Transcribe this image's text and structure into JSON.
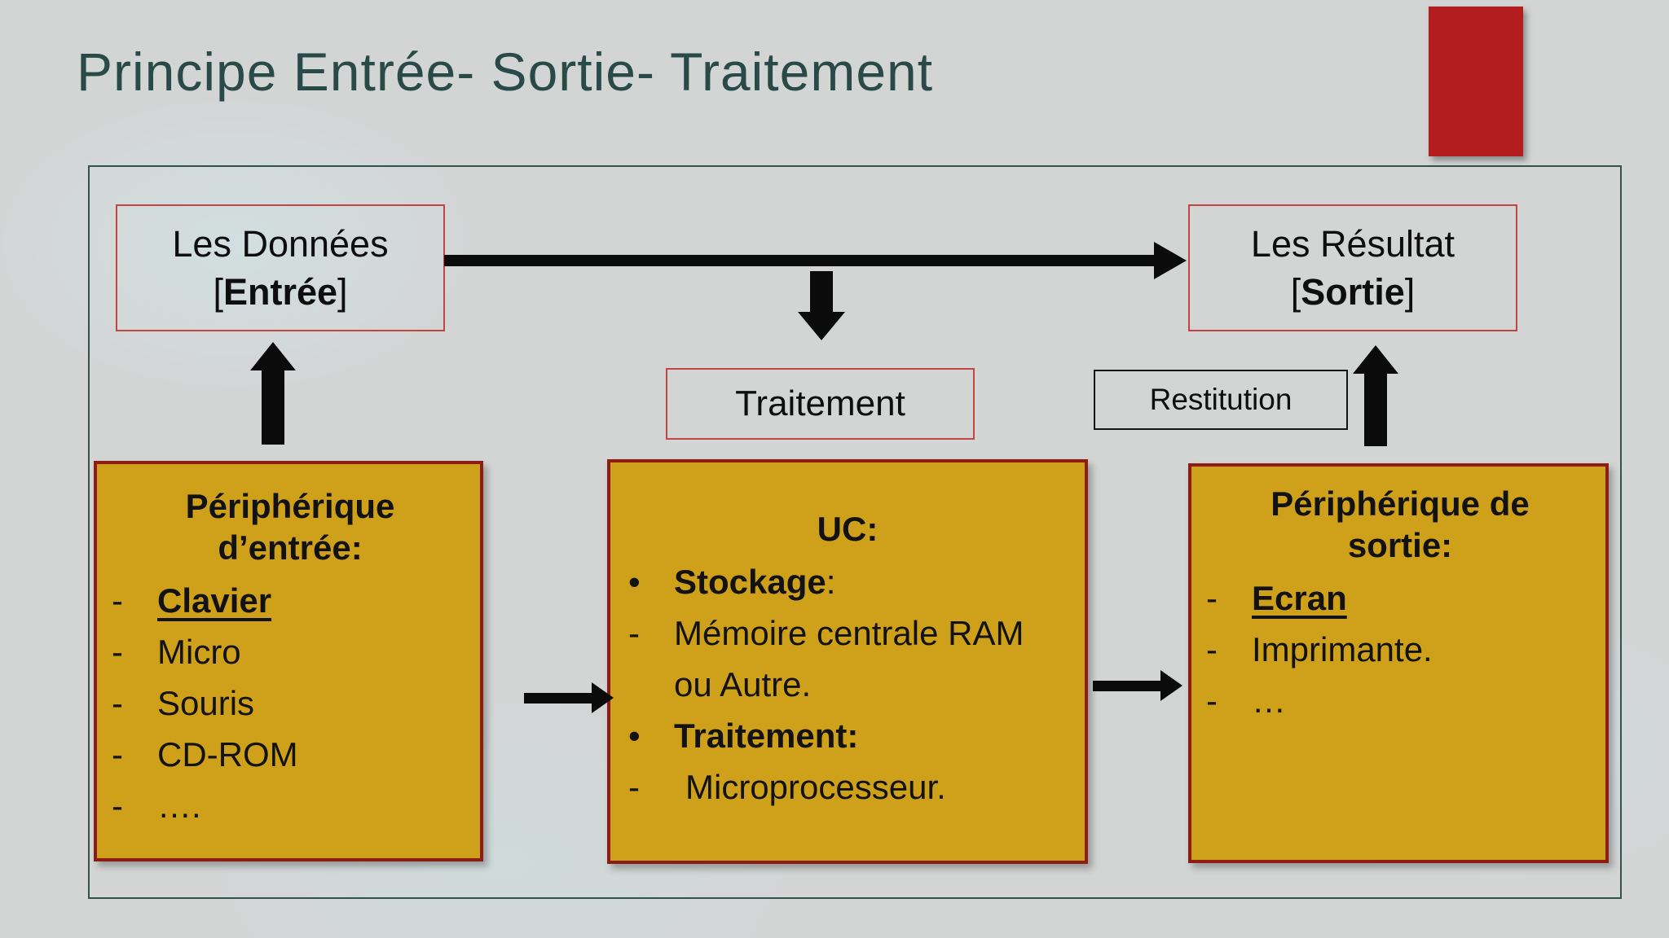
{
  "title": "Principe Entrée- Sortie- Traitement",
  "top": {
    "data": {
      "line1": "Les Données",
      "open": "[",
      "bold": "Entrée",
      "close": "]"
    },
    "result": {
      "line1": "Les Résultat",
      "open": "[",
      "bold": "Sortie",
      "close": "]"
    },
    "process": "Traitement",
    "restitution": "Restitution"
  },
  "input": {
    "heading_line1": "Périphérique",
    "heading_line2": "d’entrée:",
    "marker": "-",
    "items": [
      "Clavier",
      "Micro",
      "Souris",
      "CD-ROM",
      "…."
    ]
  },
  "uc": {
    "heading": "UC:",
    "bullet": "•",
    "dash": "-",
    "stockage_bold": "Stockage",
    "stockage_colon": ":",
    "memoire": "Mémoire centrale RAM ou Autre.",
    "traitement_bold": "Traitement:",
    "micro": "Microprocesseur."
  },
  "output": {
    "heading_line1": "Périphérique de",
    "heading_line2": "sortie:",
    "marker": "-",
    "items": [
      "Ecran",
      "Imprimante.",
      "…"
    ]
  },
  "colors": {
    "accent_bar": "#b41d1d",
    "box_fill": "#cfa11b",
    "box_border": "#8c1d10",
    "label_border": "#c14540",
    "frame_border": "#32524c",
    "title_text": "#294a46"
  }
}
